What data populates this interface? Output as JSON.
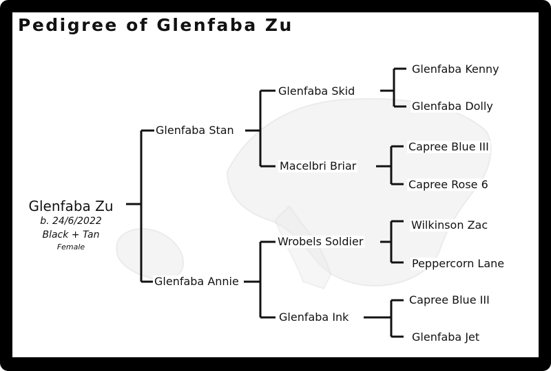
{
  "title": "Pedigree of Glenfaba Zu",
  "subject": {
    "name": "Glenfaba Zu",
    "born": "b. 24/6/2022",
    "color": "Black + Tan",
    "sex": "Female"
  },
  "parents": {
    "sire": "Glenfaba Stan",
    "dam": "Glenfaba Annie"
  },
  "grandparents": {
    "sire_sire": "Glenfaba Skid",
    "sire_dam": "Macelbri Briar",
    "dam_sire": "Wrobels Soldier",
    "dam_dam": "Glenfaba Ink"
  },
  "great_grandparents": {
    "skid_sire": "Glenfaba Kenny",
    "skid_dam": "Glenfaba Dolly",
    "briar_sire": "Capree Blue III",
    "briar_dam": "Capree Rose 6",
    "soldier_sire": "Wilkinson Zac",
    "soldier_dam": "Peppercorn Lane",
    "ink_sire": "Capree Blue III",
    "ink_dam": "Glenfaba Jet"
  },
  "colors": {
    "frame": "#000000",
    "background": "#ffffff",
    "lines": "#111111",
    "watermark": "#e4e4e4"
  }
}
